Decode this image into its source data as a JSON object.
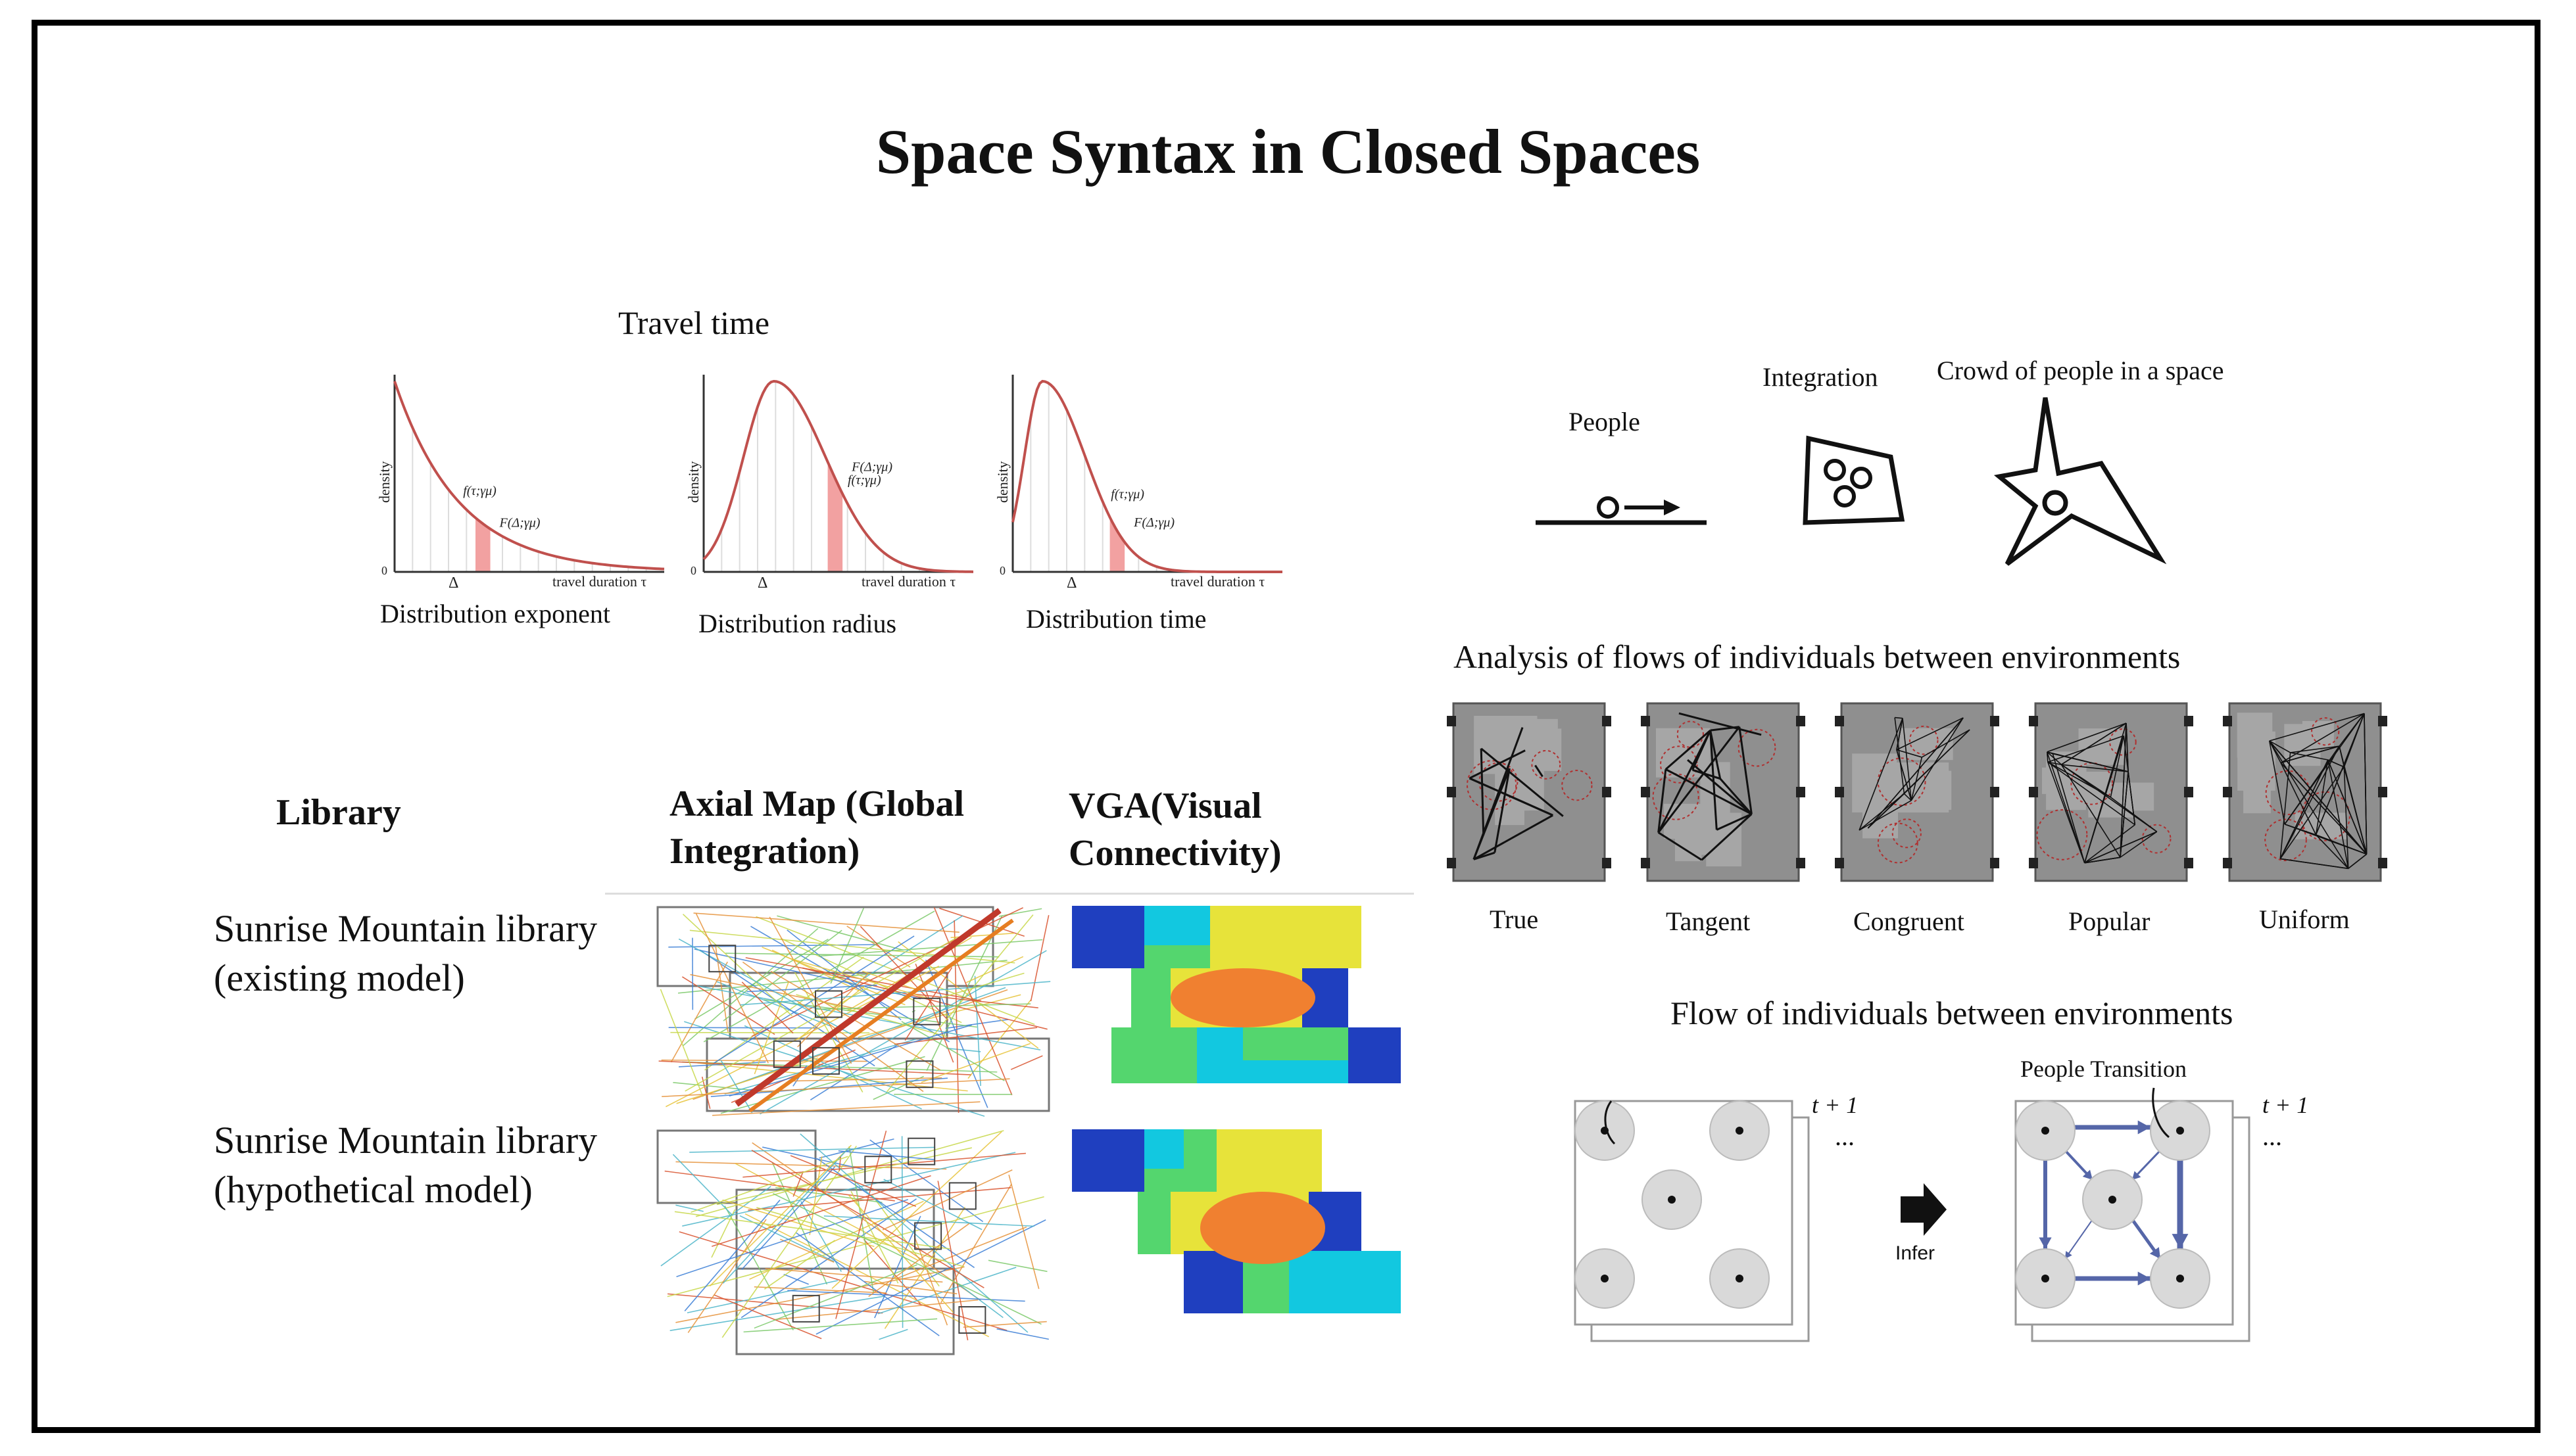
{
  "title": "Space Syntax in Closed Spaces",
  "travel": {
    "heading": "Travel time",
    "charts": [
      {
        "ylabel": "density",
        "xlabel": "travel duration τ",
        "delta": "Δ",
        "origin": "0",
        "f_label": "f(τ;γμ)",
        "F_label": "F(Δ;γμ)",
        "caption": "Distribution exponent"
      },
      {
        "ylabel": "density",
        "xlabel": "travel duration τ",
        "delta": "Δ",
        "origin": "0",
        "f_label": "f(τ;γμ)",
        "F_label": "F(Δ;γμ)",
        "caption": "Distribution radius"
      },
      {
        "ylabel": "density",
        "xlabel": "travel duration τ",
        "delta": "Δ",
        "origin": "0",
        "f_label": "f(τ;γμ)",
        "F_label": "F(Δ;γμ)",
        "caption": "Distribution time"
      }
    ]
  },
  "concepts": {
    "people": "People",
    "integration": "Integration",
    "crowd": "Crowd of people in a space"
  },
  "flows": {
    "heading": "Analysis  of flows of individuals  between environments",
    "labels": [
      "True",
      "Tangent",
      "Congruent",
      "Popular",
      "Uniform"
    ]
  },
  "flow_env": {
    "heading": "Flow of individuals  between environments",
    "transition": "People Transition",
    "next_step": "t + 1",
    "ellipsis": "...",
    "infer": "Infer"
  },
  "library": {
    "col_library": "Library",
    "col_axial": "Axial Map (Global Integration)",
    "col_vga": "VGA(Visual Connectivity)",
    "row1": "Sunrise Mountain library (existing model)",
    "row2": "Sunrise Mountain library (hypothetical model)"
  },
  "colors": {
    "curve": "#c0504d",
    "shade": "#f2a1a1",
    "node": "#d9d9d9",
    "arrow": "#5566a8",
    "vga_blue": "#1f3fbf",
    "vga_cyan": "#12c8e0",
    "vga_green": "#54d66e",
    "vga_yellow": "#e7e33a",
    "vga_orange": "#f08030"
  }
}
